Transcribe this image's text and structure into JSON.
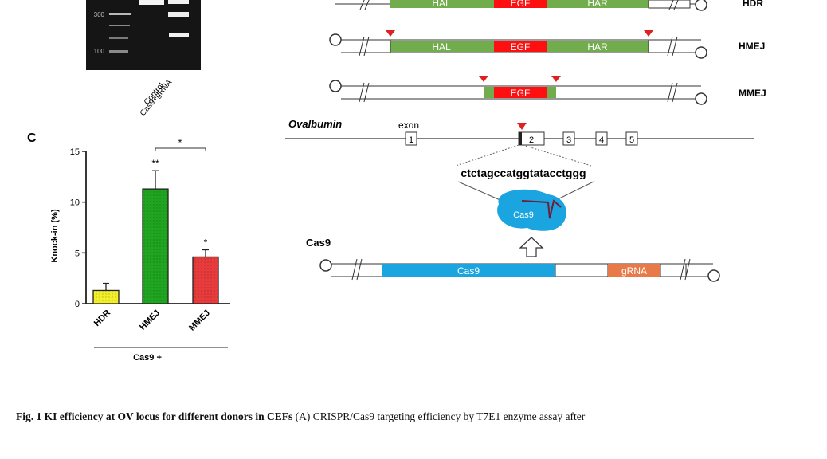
{
  "gel": {
    "markers": [
      "300",
      "100"
    ],
    "lanes": [
      "Control",
      "Cas9+gRNA"
    ]
  },
  "donors": [
    {
      "label": "HDR",
      "segments": [
        "HAL",
        "EGF",
        "HAR"
      ]
    },
    {
      "label": "HMEJ",
      "segments": [
        "HAL",
        "EGF",
        "HAR"
      ]
    },
    {
      "label": "MMEJ",
      "segments": [
        "EGF"
      ]
    }
  ],
  "locus": {
    "gene": "Ovalbumin",
    "exon_label": "exon",
    "exons": [
      "1",
      "2",
      "3",
      "4",
      "5"
    ],
    "sequence": "ctctagccatggtatacctggg",
    "protein": "Cas9"
  },
  "cas9_construct": {
    "title": "Cas9",
    "segments": [
      "Cas9",
      "gRNA"
    ]
  },
  "panel_label": "C",
  "chart_data": {
    "type": "bar",
    "categories": [
      "HDR",
      "HMEJ",
      "MMEJ"
    ],
    "values": [
      1.3,
      11.3,
      4.6
    ],
    "errors": [
      0.7,
      1.8,
      0.7
    ],
    "significance": [
      "",
      "**",
      "*"
    ],
    "bracket_label": "*",
    "colors": [
      "#f2ee2a",
      "#1fa51f",
      "#e83b3b"
    ],
    "ylabel": "Knock-in (%)",
    "yticks": [
      "0",
      "5",
      "10",
      "15"
    ],
    "ylim": [
      0,
      15
    ],
    "group_label": "Cas9 +"
  },
  "caption": {
    "bold": "Fig. 1 KI efficiency at OV locus for different donors in CEFs",
    "text": " (A) CRISPR/Cas9 targeting efficiency by T7E1 enzyme assay after"
  }
}
